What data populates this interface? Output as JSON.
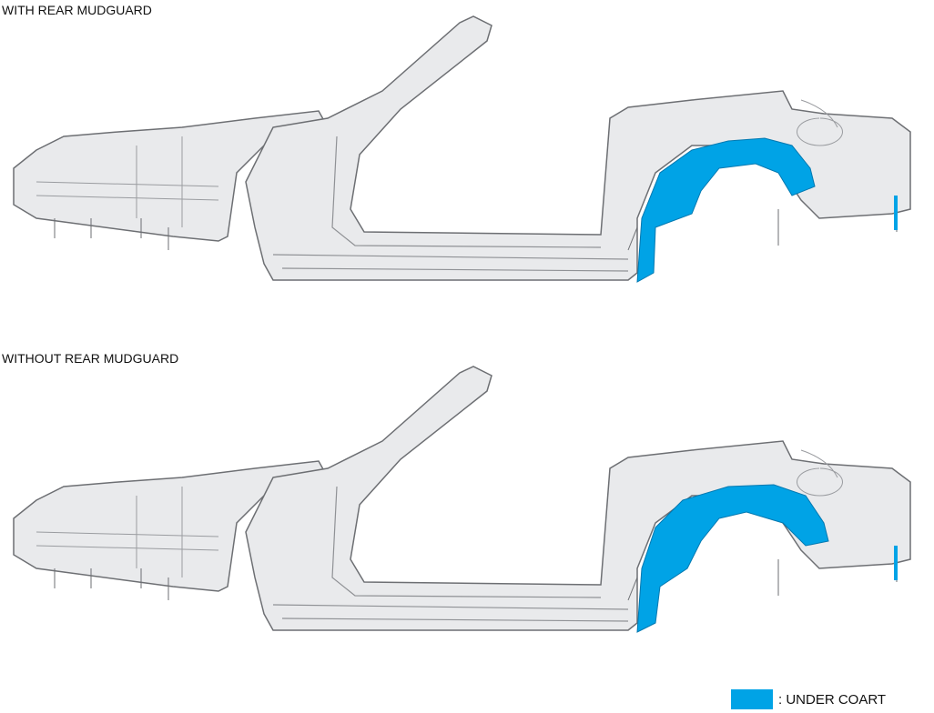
{
  "labels": {
    "top": "WITH REAR MUDGUARD",
    "bottom": "WITHOUT REAR MUDGUARD"
  },
  "legend": {
    "text": ": UNDER COART",
    "color": "#00a3e6"
  },
  "colors": {
    "body_fill": "#e9eaec",
    "body_stroke": "#6d6f73",
    "under_coat": "#00a3e6"
  }
}
